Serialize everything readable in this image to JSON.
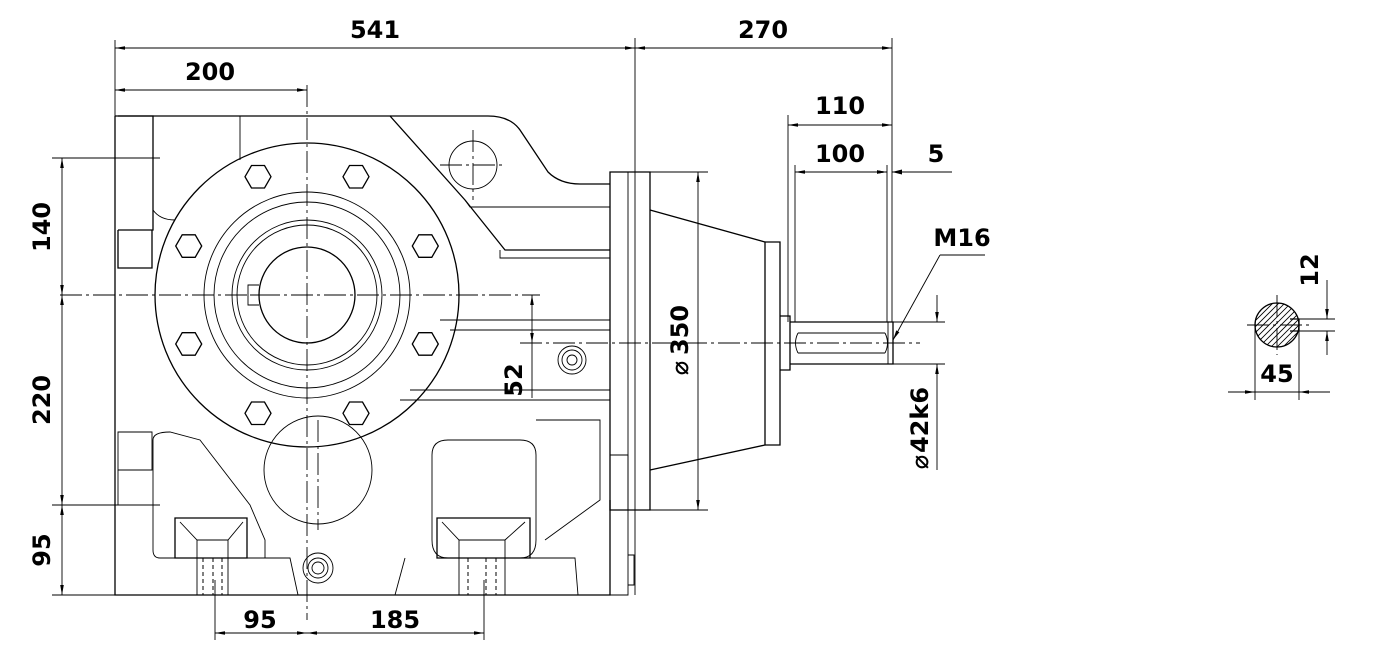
{
  "dimensions": {
    "overall_length": "541",
    "shaft_extension": "270",
    "housing_to_center": "200",
    "shaft_length": "110",
    "key_length": "100",
    "shaft_shoulder": "5",
    "thread": "M16",
    "upper_height": "140",
    "lower_height": "220",
    "base_height": "95",
    "input_offset": "52",
    "flange_diameter": "350",
    "shaft_diameter": "42k6",
    "foot_offset": "95",
    "foot_spacing": "185",
    "key_height": "12",
    "section_width": "45"
  },
  "symbols": {
    "diameter": "⌀"
  }
}
